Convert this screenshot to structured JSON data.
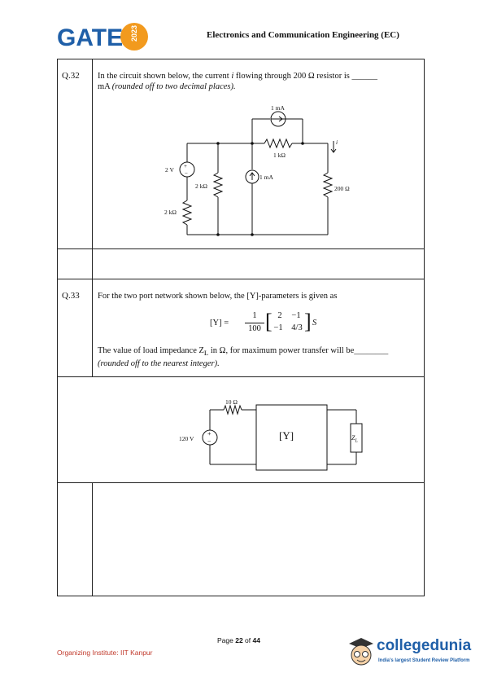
{
  "header": {
    "logo_text": "GATE",
    "logo_year": "2023",
    "title": "Electronics and Communication Engineering (EC)"
  },
  "q32": {
    "number": "Q.32",
    "text_line1": "In the circuit shown below, the current ",
    "var_i": "i",
    "text_line1b": " flowing through 200 Ω resistor is ______",
    "text_line2": "mA ",
    "note": "(rounded off to two decimal places).",
    "labels": {
      "cs_top": "1 mA",
      "r_1k": "1 kΩ",
      "current_i": "i",
      "v_source": "2 V",
      "r_2k_mid": "2 kΩ",
      "cs_mid": "1 mA",
      "r_200": "200 Ω",
      "r_2k_left": "2 kΩ"
    }
  },
  "q33": {
    "number": "Q.33",
    "text_line1": "For the two port network shown below, the [Y]-parameters is given as",
    "matrix": {
      "lhs": "[Y] =",
      "frac_num": "1",
      "frac_den": "100",
      "r1c1": "2",
      "r1c2": "−1",
      "r2c1": "−1",
      "r2c2": "4/3",
      "unit": "S"
    },
    "text_line2": "The value of load impedance Z",
    "text_sub": "L",
    "text_line2b": " in Ω, for maximum power transfer will be________",
    "note": "(rounded off to the nearest integer).",
    "labels": {
      "r_10": "10 Ω",
      "v_source": "120 V",
      "y_block": "[Y]",
      "zl": "Z",
      "zl_sub": "L"
    }
  },
  "footer": {
    "organizer": "Organizing Institute: IIT Kanpur",
    "page_prefix": "Page ",
    "page_current": "22",
    "page_of": " of ",
    "page_total": "44",
    "brand": "collegedunia",
    "tagline": "India's largest Student Review Platform"
  }
}
